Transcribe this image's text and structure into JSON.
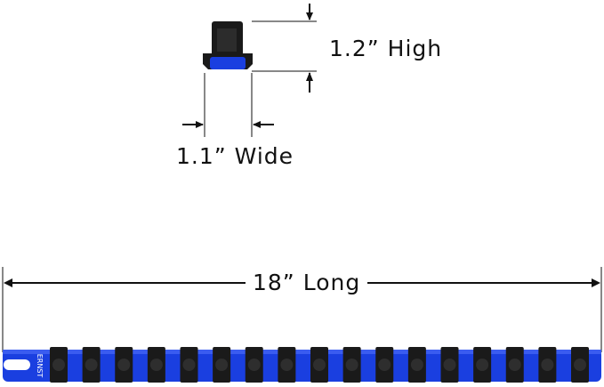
{
  "dimensions": {
    "height_label": "1.2” High",
    "width_label": "1.1” Wide",
    "length_label": "18” Long"
  },
  "rail": {
    "brand_text": "ERNST",
    "clip_count": 17,
    "rail_color": "#1a3fe0",
    "clip_color": "#1a1a1a"
  },
  "clip_detail": {
    "body_color": "#1a1a1a",
    "base_color": "#1a3fe0"
  }
}
